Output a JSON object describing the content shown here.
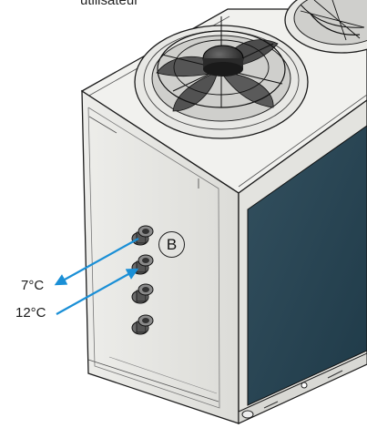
{
  "caption": "utilisateur",
  "labels": {
    "outlet_temperature": "7°C",
    "inlet_temperature": "12°C",
    "connection_marker": "B"
  },
  "colors": {
    "flow_arrow": "#1a8fd6",
    "coil_panel": "#2b4a5a",
    "casing": "#e6e6e3",
    "outline": "#1a1a1a"
  }
}
